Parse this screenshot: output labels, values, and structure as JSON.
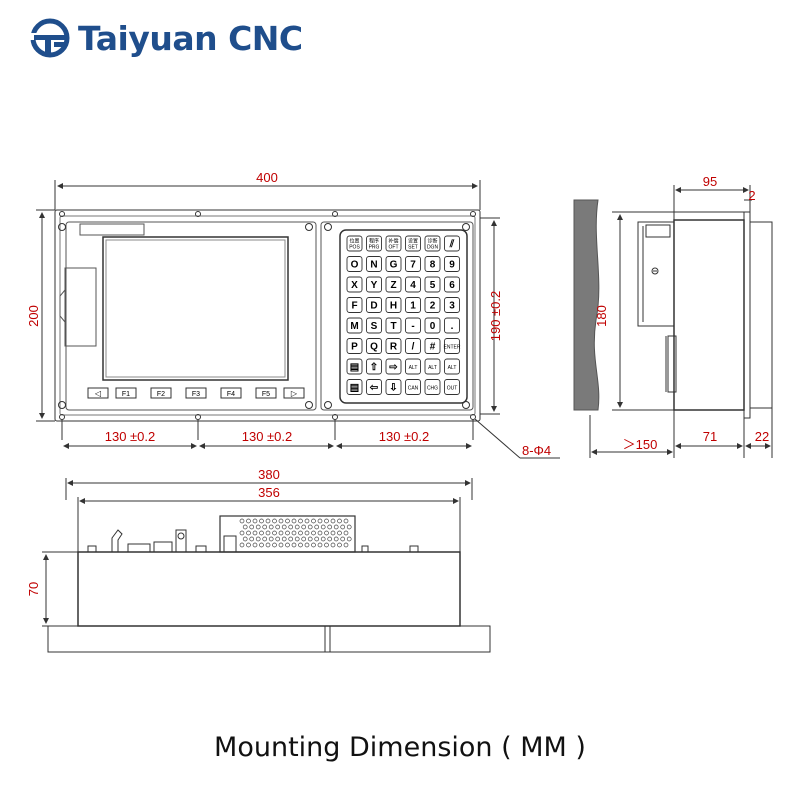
{
  "brand": {
    "name": "Taiyuan CNC",
    "color": "#1f4e8c"
  },
  "caption": "Mounting Dimension ( MM )",
  "front_view": {
    "overall_width": "400",
    "overall_height": "200",
    "keypad_height": "190 ±0.2",
    "hole_pitch": [
      "130 ±0.2",
      "130 ±0.2",
      "130 ±0.2"
    ],
    "mount_holes": "8-Φ4",
    "softkeys": [
      "◁",
      "F1",
      "F2",
      "F3",
      "F4",
      "F5",
      "▷"
    ],
    "keypad_keys": [
      [
        "位置\nPOS",
        "程序\nPRG",
        "补偿\nOFT",
        "设置\nSET",
        "诊断\nDGN",
        "⫽"
      ],
      [
        "O",
        "N",
        "G",
        "7",
        "8",
        "9"
      ],
      [
        "X",
        "Y",
        "Z",
        "4",
        "5",
        "6"
      ],
      [
        "F",
        "D",
        "H",
        "1",
        "2",
        "3"
      ],
      [
        "M",
        "S",
        "T",
        "-",
        "0",
        "."
      ],
      [
        "P",
        "Q",
        "R",
        "/",
        "#",
        "ENTER"
      ],
      [
        "▤",
        "⇧",
        "⇨",
        "ALT",
        "ALT",
        "ALT"
      ],
      [
        "▤",
        "⇦",
        "⇩",
        "CAN",
        "CHG",
        "OUT"
      ]
    ]
  },
  "side_view": {
    "depth": "95",
    "flange": "2",
    "height": "180",
    "clearance": "＞150",
    "body_depth": "71",
    "front_depth": "22"
  },
  "bottom_view": {
    "outer_width": "380",
    "inner_width": "356",
    "height": "70"
  },
  "colors": {
    "dimension": "#c00000",
    "line": "#333333"
  }
}
